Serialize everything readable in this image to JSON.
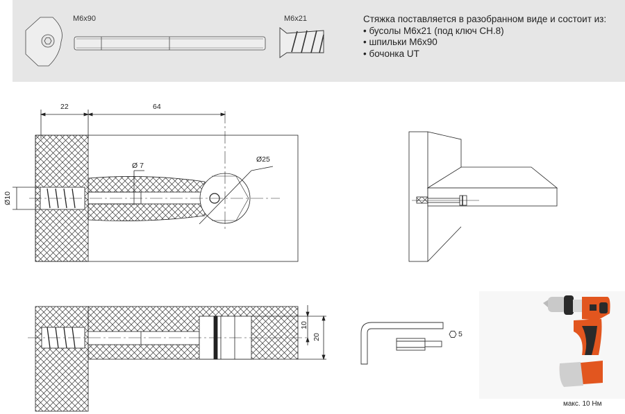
{
  "parts": {
    "stud_label": "M6x90",
    "sleeve_label": "M6x21"
  },
  "description": {
    "heading": "Стяжка поставляется в разобранном виде и состоит из:",
    "items": [
      "• бусолы М6х21 (под ключ СН.8)",
      "• шпильки М6х90",
      "• бочонка UT"
    ]
  },
  "front_view": {
    "dim_left": "22",
    "dim_right": "64",
    "dim_bore": "Ø 7",
    "dim_cam": "Ø25",
    "dim_hole": "Ø10"
  },
  "section_view": {
    "dim_half": "10",
    "dim_full": "20"
  },
  "tools": {
    "hex_size": "5",
    "torque": "макс. 10 Нм"
  },
  "colors": {
    "banner": "#e6e6e6",
    "drill_orange": "#e2561f",
    "drill_black": "#2a2a2a"
  }
}
